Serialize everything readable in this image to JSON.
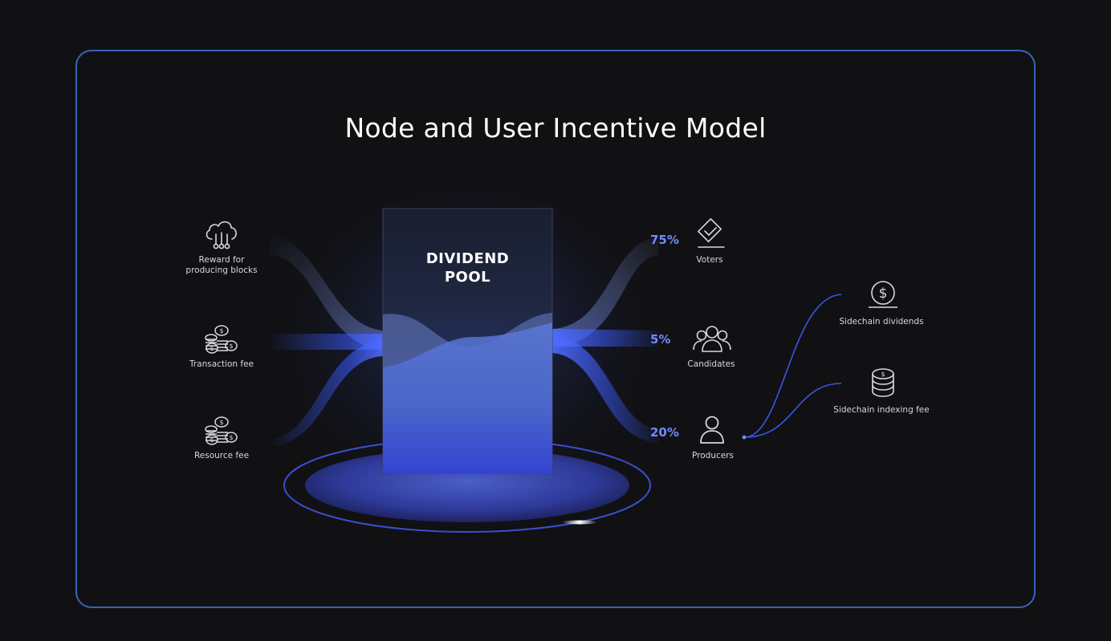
{
  "title": "Node and User Incentive Model",
  "pool": {
    "line1": "DIVIDEND",
    "line2": "POOL"
  },
  "sources": [
    {
      "label_line1": "Reward for",
      "label_line2": "producing blocks",
      "icon": "cloud-network-icon"
    },
    {
      "label": "Transaction fee",
      "icon": "coins-stack-icon"
    },
    {
      "label": "Resource fee",
      "icon": "coins-stack-icon"
    }
  ],
  "recipients": [
    {
      "percent": "75%",
      "label": "Voters",
      "icon": "vote-ballot-icon"
    },
    {
      "percent": "5%",
      "label": "Candidates",
      "icon": "group-icon"
    },
    {
      "percent": "20%",
      "label": "Producers",
      "icon": "person-icon"
    }
  ],
  "sidechain": [
    {
      "label": "Sidechain dividends",
      "icon": "dollar-coin-icon"
    },
    {
      "label": "Sidechain indexing fee",
      "icon": "coin-stack-icon"
    }
  ],
  "colors": {
    "background": "#111114",
    "frame": "#3a63b8",
    "accent": "#6f8cff",
    "flow": "#3b5bff"
  }
}
